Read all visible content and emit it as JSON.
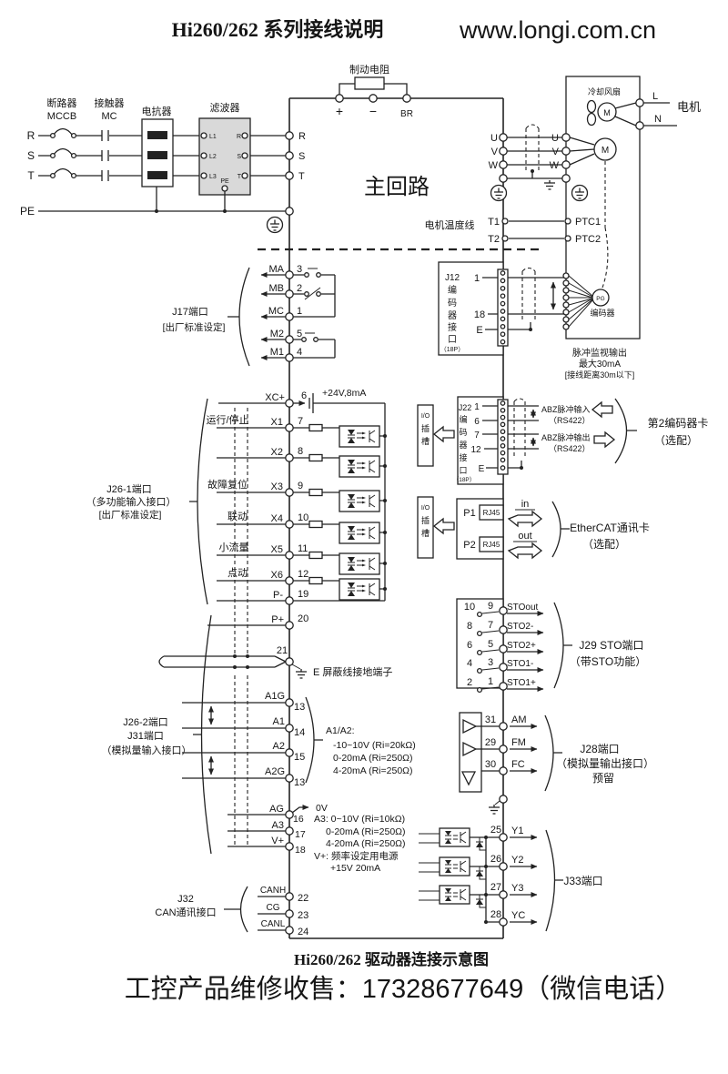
{
  "header": {
    "title": "Hi260/262 系列接线说明",
    "url": "www.longi.com.cn"
  },
  "colors": {
    "url_red": "#e60000",
    "footer_red": "#ef4123"
  },
  "power": {
    "breaker1": "断路器",
    "breaker2": "MCCB",
    "contactor1": "接触器",
    "contactor2": "MC",
    "reactor": "电抗器",
    "filter": "滤波器",
    "r": "R",
    "s": "S",
    "t": "T",
    "pe": "PE",
    "f_l1": "L1",
    "f_l2": "L2",
    "f_l3": "L3",
    "f_r": "R",
    "f_s": "S",
    "f_t": "T",
    "f_pe": "PE",
    "m_r": "R",
    "m_s": "S",
    "m_t": "T"
  },
  "brake": {
    "label": "制动电阻",
    "plus": "+",
    "minus": "−",
    "br": "BR"
  },
  "main": {
    "label": "主回路"
  },
  "out": {
    "u": "U",
    "v": "V",
    "w": "W",
    "t1": "T1",
    "t2": "T2",
    "temp": "电机温度线"
  },
  "motor": {
    "fan": "冷却风扇",
    "fan_m": "M",
    "l": "L",
    "n": "N",
    "label": "电机",
    "m": "M",
    "u": "U",
    "v": "V",
    "w": "W",
    "ptc1": "PTC1",
    "ptc2": "PTC2",
    "pg": "PG",
    "encoder": "编码器",
    "note1": "脉冲监视输出",
    "note2": "最大30mA",
    "note3": "[接线距离30m以下]"
  },
  "j17": {
    "title": "J17端口",
    "subtitle": "[出厂标准设定]",
    "rows": [
      {
        "name": "MA",
        "num": "3"
      },
      {
        "name": "MB",
        "num": "2"
      },
      {
        "name": "MC",
        "num": "1"
      },
      {
        "name": "M2",
        "num": "5"
      },
      {
        "name": "M1",
        "num": "4"
      }
    ]
  },
  "j12": {
    "l1": "J12",
    "l2": "编",
    "l3": "码",
    "l4": "器",
    "l5": "接",
    "l6": "口",
    "l7": "（18P）",
    "p1": "1",
    "p2": "18",
    "p3": "E"
  },
  "j26_1": {
    "t1": "J26-1端口",
    "t2": "（多功能输入接口）",
    "t3": "[出厂标准设定]",
    "xc": "XC+",
    "xc_num": "6",
    "supply": "+24V,8mA",
    "rows": [
      {
        "func": "运行/停止",
        "name": "X1",
        "num": "7"
      },
      {
        "func": "",
        "name": "X2",
        "num": "8"
      },
      {
        "func": "故障复位",
        "name": "X3",
        "num": "9"
      },
      {
        "func": "联动",
        "name": "X4",
        "num": "10"
      },
      {
        "func": "小流量",
        "name": "X5",
        "num": "11"
      },
      {
        "func": "点动",
        "name": "X6",
        "num": "12"
      }
    ],
    "pm": "P-",
    "pm_num": "19"
  },
  "io": {
    "l1": "I/O",
    "l2": "插",
    "l3": "槽"
  },
  "j22": {
    "l1": "J22",
    "l2": "编",
    "l3": "码",
    "l4": "器",
    "l5": "接",
    "l6": "口",
    "l7": "（18P）",
    "p1": "1",
    "p2": "6",
    "p3": "7",
    "p4": "12",
    "p5": "E",
    "in1": "ABZ脉冲输入",
    "in2": "（RS422）",
    "out1": "ABZ脉冲输出",
    "out2": "（RS422）",
    "card1": "第2编码器卡",
    "card2": "（选配）"
  },
  "ecat": {
    "p1": "P1",
    "p2": "P2",
    "rj45a": "RJ45",
    "rj45b": "RJ45",
    "in": "in",
    "out": "out",
    "t1": "EtherCAT通讯卡",
    "t2": "（选配）"
  },
  "sto": {
    "t1": "J29 STO端口",
    "t2": "（带STO功能）",
    "rows": [
      {
        "a": "10",
        "b": "9",
        "name": "STOout"
      },
      {
        "a": "8",
        "b": "7",
        "name": "STO2-"
      },
      {
        "a": "6",
        "b": "5",
        "name": "STO2+"
      },
      {
        "a": "4",
        "b": "3",
        "name": "STO1-"
      },
      {
        "a": "2",
        "b": "1",
        "name": "STO1+"
      }
    ]
  },
  "pp": {
    "name": "P+",
    "num": "20"
  },
  "sh": {
    "num": "21",
    "label": "E 屏蔽线接地端子"
  },
  "ain": {
    "rows": [
      {
        "name": "A1G",
        "num": "13"
      },
      {
        "name": "A1",
        "num": "14"
      },
      {
        "name": "A2",
        "num": "15"
      },
      {
        "name": "A2G",
        "num": "13"
      }
    ],
    "n0": "A1/A2:",
    "n1": "-10~10V (Ri=20kΩ)",
    "n2": "0-20mA (Ri=250Ω)",
    "n3": "4-20mA (Ri=250Ω)"
  },
  "j26_2": {
    "t1": "J26-2端口",
    "t2": "J31端口",
    "t3": "（模拟量输入接口）"
  },
  "ag": {
    "name": "AG",
    "num": "16",
    "zero": "0V",
    "a3": "A3",
    "a3n": "17",
    "vp": "V+",
    "vpn": "18",
    "n1": "A3: 0~10V (Ri=10kΩ)",
    "n2": "0-20mA (Ri=250Ω)",
    "n3": "4-20mA (Ri=250Ω)",
    "n4": "V+: 频率设定用电源",
    "n5": "+15V 20mA"
  },
  "j32": {
    "t1": "J32",
    "t2": "CAN通讯接口",
    "rows": [
      {
        "name": "CANH",
        "num": "22"
      },
      {
        "name": "CG",
        "num": "23"
      },
      {
        "name": "CANL",
        "num": "24"
      }
    ]
  },
  "j28": {
    "t1": "J28端口",
    "t2": "（模拟量输出接口）",
    "t3": "预留",
    "rows": [
      {
        "num": "31",
        "name": "AM"
      },
      {
        "num": "29",
        "name": "FM"
      },
      {
        "num": "30",
        "name": "FC"
      }
    ]
  },
  "j33": {
    "title": "J33端口",
    "rows": [
      {
        "num": "25",
        "name": "Y1"
      },
      {
        "num": "26",
        "name": "Y2"
      },
      {
        "num": "27",
        "name": "Y3"
      },
      {
        "num": "28",
        "name": "YC"
      }
    ]
  },
  "footer": {
    "caption": "Hi260/262 驱动器连接示意图",
    "contact": "工控产品维修收售：17328677649（微信电话）"
  }
}
